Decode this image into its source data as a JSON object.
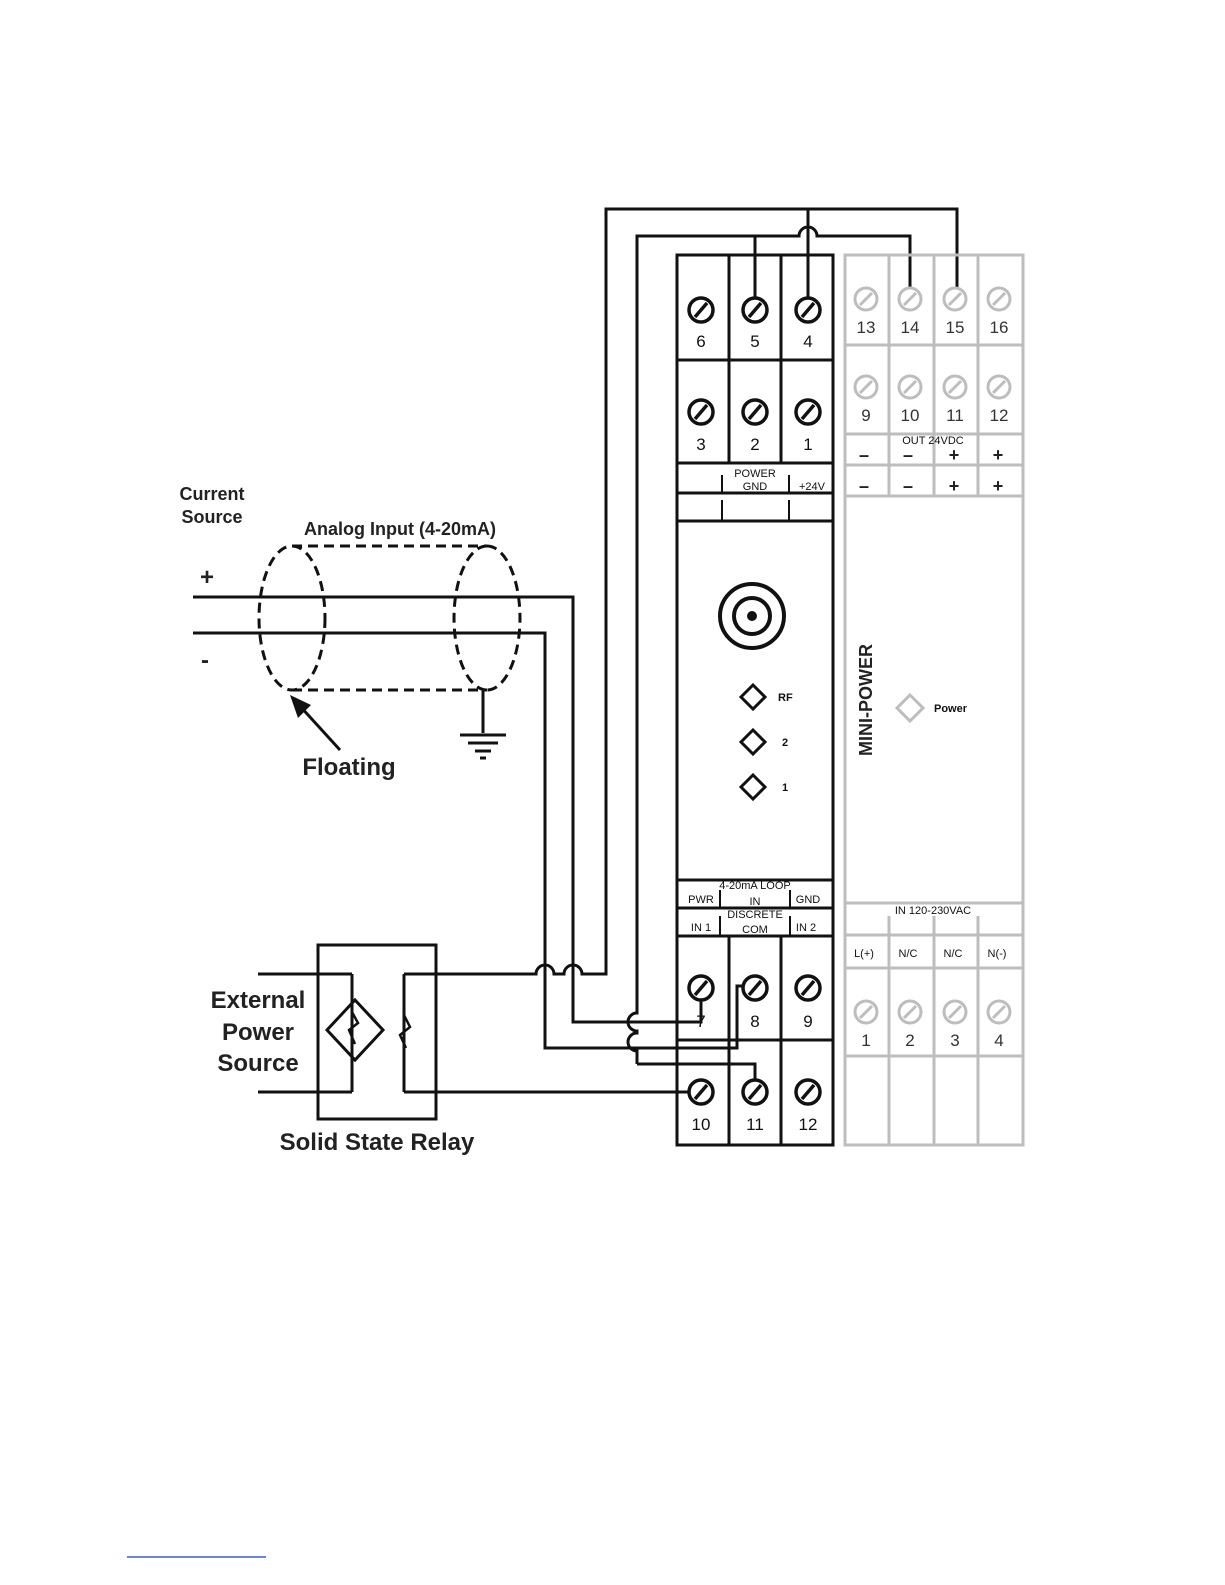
{
  "labels": {
    "current_source": [
      "Current",
      "Source"
    ],
    "analog_input": "Analog Input (4-20mA)",
    "plus": "+",
    "minus": "-",
    "floating": "Floating",
    "external_power": [
      "External",
      "Power",
      "Source"
    ],
    "solid_state_relay": "Solid State Relay"
  },
  "module": {
    "top_terminals_row1": [
      "6",
      "5",
      "4"
    ],
    "top_terminals_row2": [
      "3",
      "2",
      "1"
    ],
    "power_label": "POWER",
    "gnd_label": "GND",
    "plus24_label": "+24V",
    "leds": [
      "RF",
      "2",
      "1"
    ],
    "loop_label": "4-20mA LOOP",
    "pwr_label": "PWR",
    "in_label": "IN",
    "gnd2_label": "GND",
    "discrete_label": "DISCRETE",
    "in1_label": "IN 1",
    "com_label": "COM",
    "in2_label": "IN 2",
    "bottom_terminals_row1": [
      "7",
      "8",
      "9"
    ],
    "bottom_terminals_row2": [
      "10",
      "11",
      "12"
    ]
  },
  "mini_power": {
    "title": "MINI-POWER",
    "top_row1": [
      "13",
      "14",
      "15",
      "16"
    ],
    "top_row2": [
      "9",
      "10",
      "11",
      "12"
    ],
    "out_label": "OUT  24VDC",
    "out_signs": [
      "–",
      "–",
      "+",
      "+"
    ],
    "power_led": "Power",
    "in_label": "IN  120-230VAC",
    "in_terms": [
      "L(+)",
      "N/C",
      "N/C",
      "N(-)"
    ],
    "bottom_row": [
      "1",
      "2",
      "3",
      "4"
    ]
  },
  "icons": {
    "screw": "screw-terminal-icon",
    "ground": "ground-icon",
    "antenna": "antenna-connector-icon",
    "led": "led-indicator-icon",
    "arrow": "arrow-icon"
  },
  "colors": {
    "wire": "#111111",
    "mini_power": "#bdbdbd"
  }
}
